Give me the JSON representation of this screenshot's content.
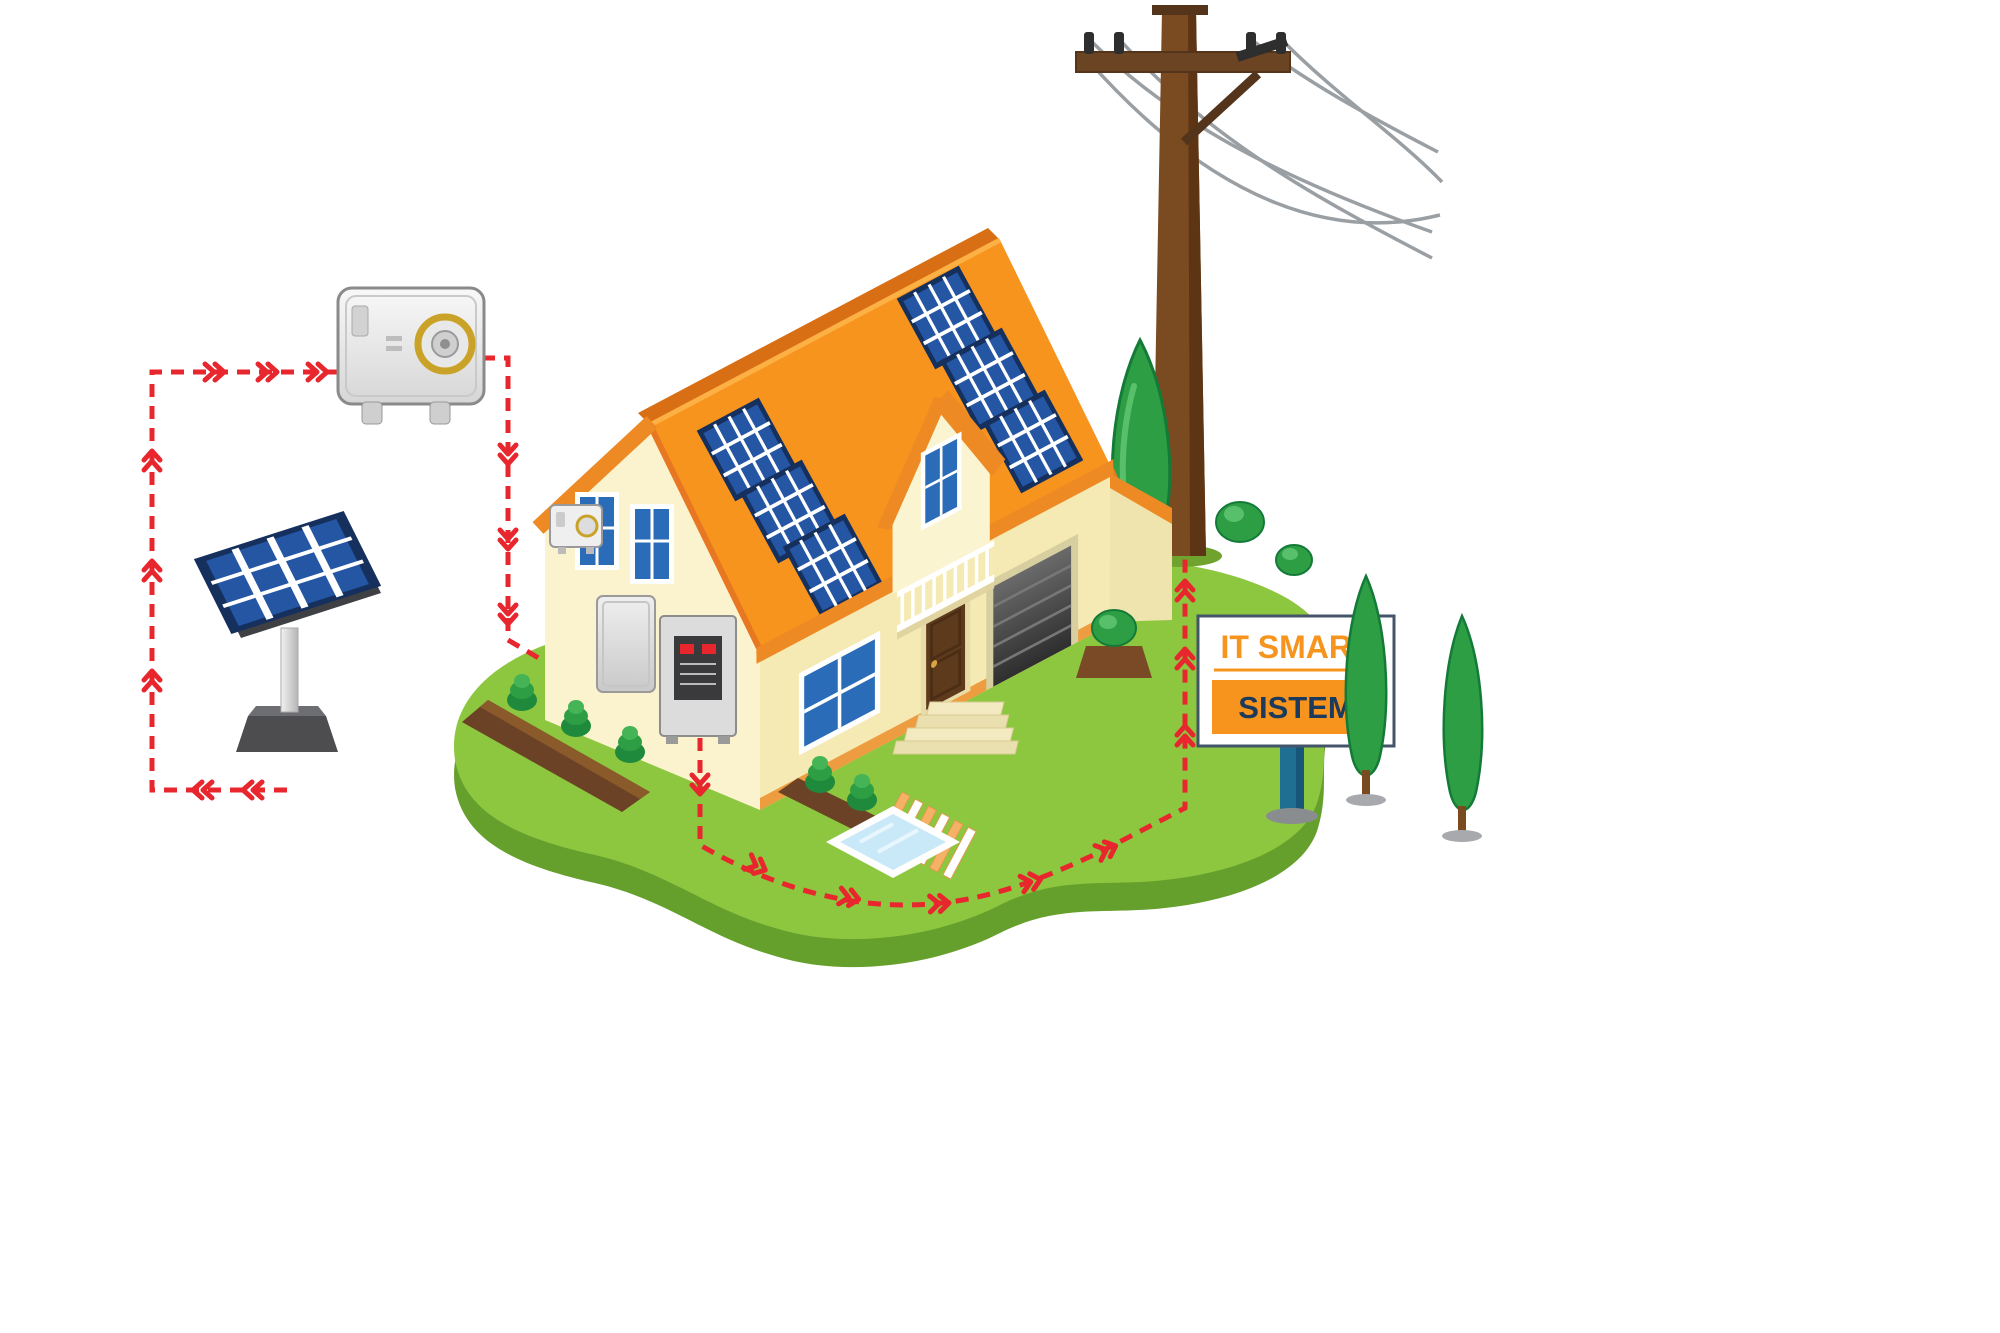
{
  "meta": {
    "title": "Smart solar home energy system illustration"
  },
  "sign": {
    "line1": "IT SMART",
    "line2": "SISTEM"
  },
  "colors": {
    "roof": "#F7941E",
    "roof_shadow": "#E87722",
    "gable_wall": "#FBF2CE",
    "front_wall": "#F5E9B4",
    "solar_blue": "#2456A4",
    "grass_top": "#8DC63F",
    "grass_side": "#66A02C",
    "line_red": "#E8262D",
    "pole_brown": "#7A4A21",
    "wire_gray": "#9A9FA4",
    "sign_orange": "#F7941E",
    "sign_navy": "#1B3A5C",
    "tree_green": "#2E9E44"
  }
}
